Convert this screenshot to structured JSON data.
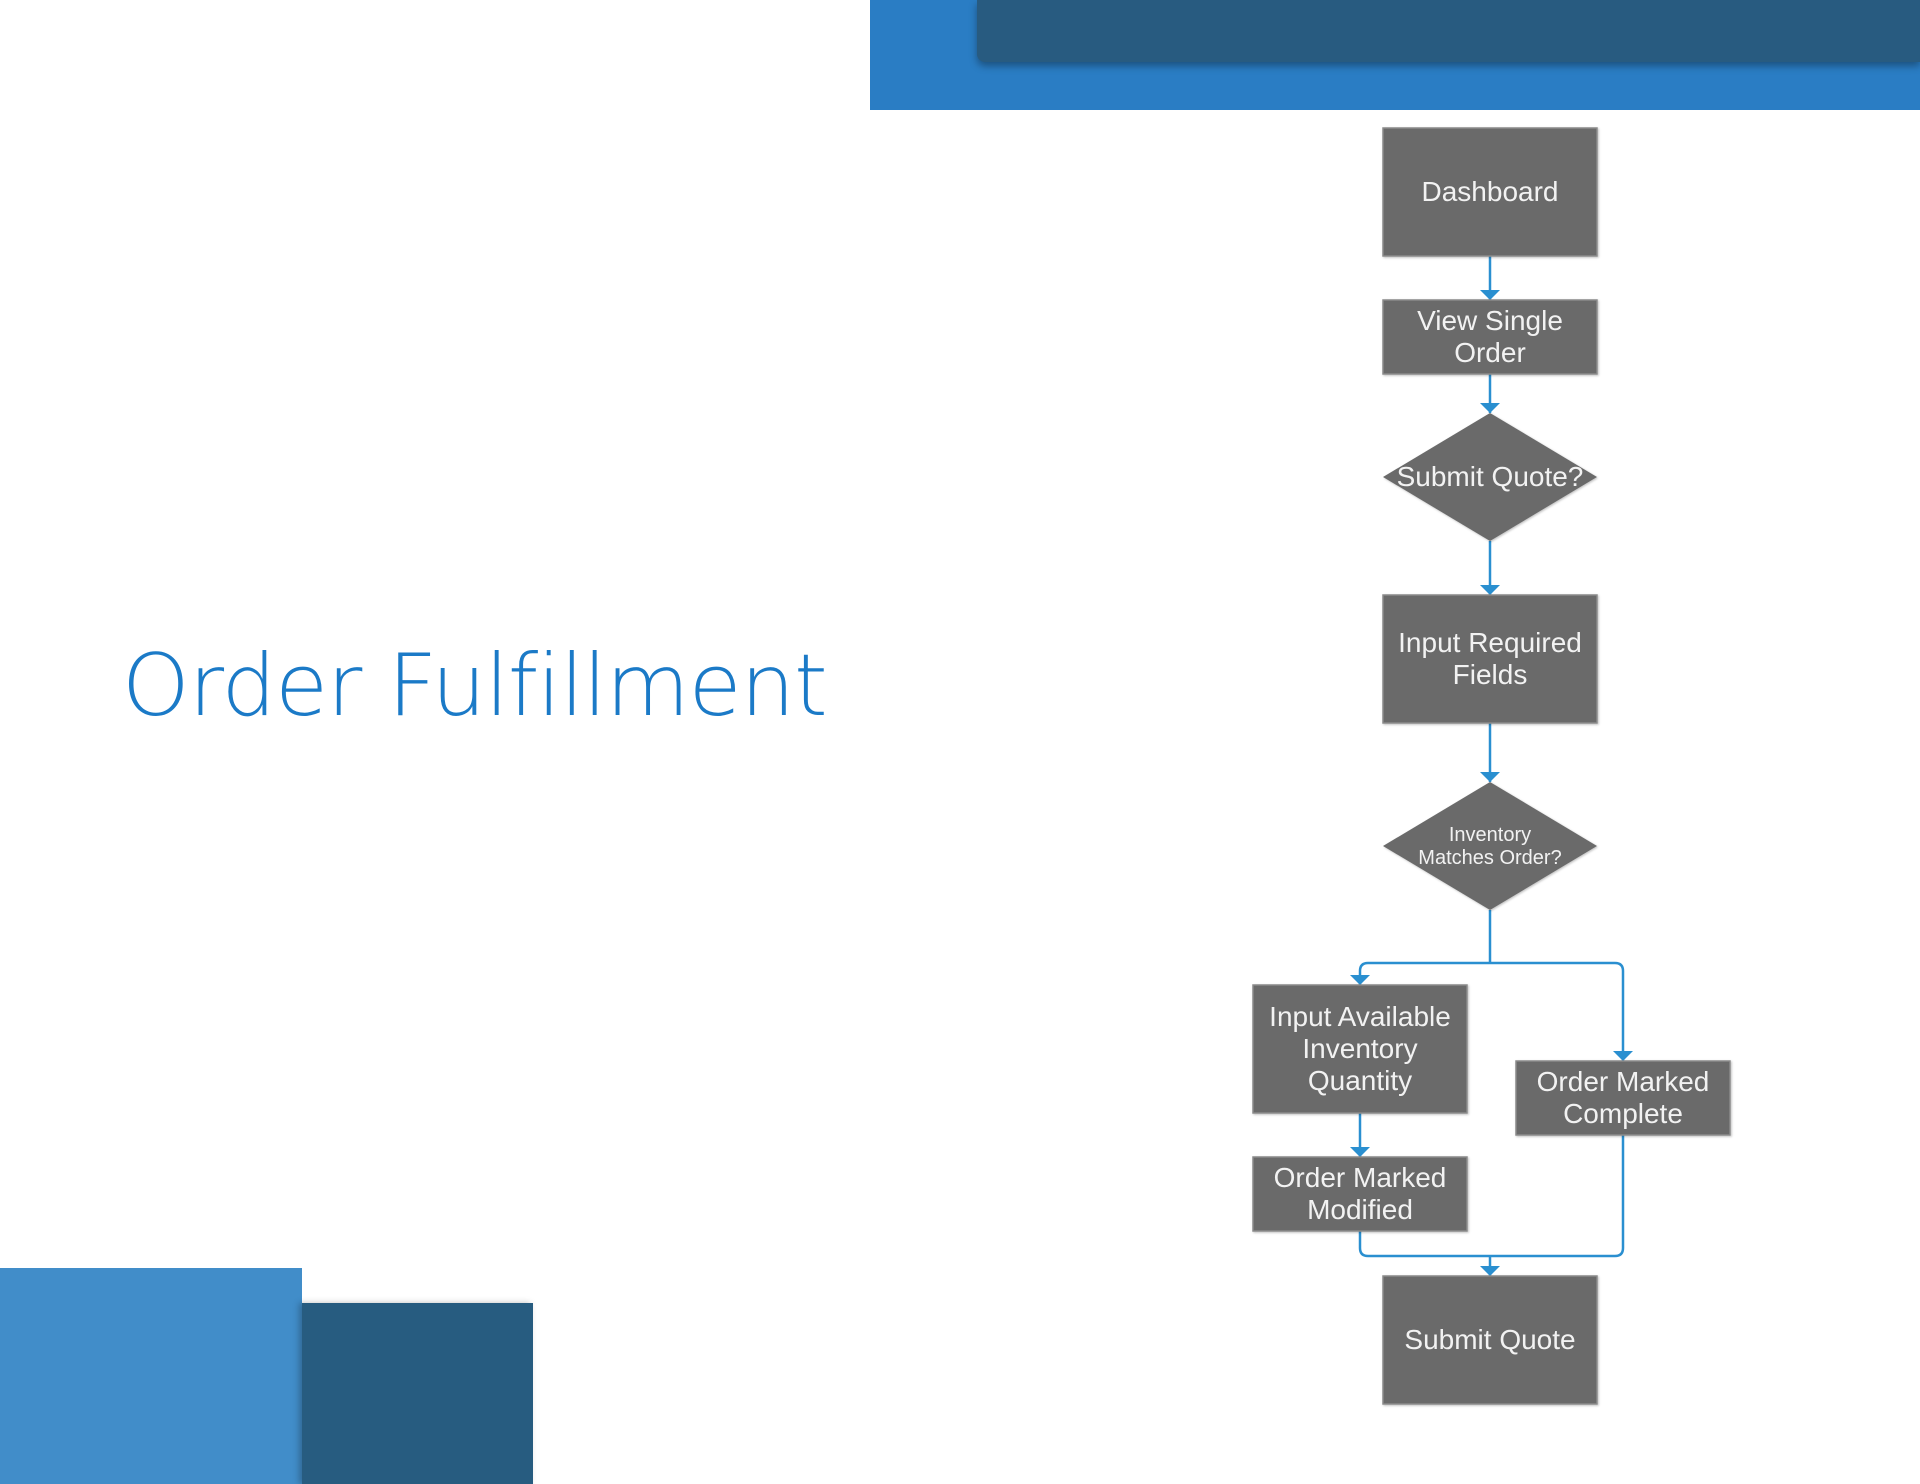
{
  "title": "Order Fulfillment",
  "colors": {
    "title": "#1b7ac7",
    "node_fill": "#6b6b6b",
    "node_text": "#f2f2f2",
    "connector": "#2a8fd0",
    "band_light": "#2a7dc4",
    "band_dark": "#285b80"
  },
  "flowchart": {
    "nodes": [
      {
        "id": "dashboard",
        "shape": "rect",
        "lines": [
          "Dashboard"
        ]
      },
      {
        "id": "view-single-order",
        "shape": "rect",
        "lines": [
          "View Single",
          "Order"
        ]
      },
      {
        "id": "submit-quote-decision",
        "shape": "diamond",
        "lines": [
          "Submit Quote?"
        ]
      },
      {
        "id": "input-required-fields",
        "shape": "rect",
        "lines": [
          "Input Required",
          "Fields"
        ]
      },
      {
        "id": "inventory-decision",
        "shape": "diamond",
        "lines": [
          "Inventory",
          "Matches Order?"
        ]
      },
      {
        "id": "input-available-inventory",
        "shape": "rect",
        "lines": [
          "Input Available",
          "Inventory",
          "Quantity"
        ]
      },
      {
        "id": "order-marked-complete",
        "shape": "rect",
        "lines": [
          "Order Marked",
          "Complete"
        ]
      },
      {
        "id": "order-marked-modified",
        "shape": "rect",
        "lines": [
          "Order Marked",
          "Modified"
        ]
      },
      {
        "id": "submit-quote",
        "shape": "rect",
        "lines": [
          "Submit Quote"
        ]
      }
    ],
    "edges": [
      {
        "from": "dashboard",
        "to": "view-single-order"
      },
      {
        "from": "view-single-order",
        "to": "submit-quote-decision"
      },
      {
        "from": "submit-quote-decision",
        "to": "input-required-fields"
      },
      {
        "from": "input-required-fields",
        "to": "inventory-decision"
      },
      {
        "from": "inventory-decision",
        "to": "input-available-inventory"
      },
      {
        "from": "inventory-decision",
        "to": "order-marked-complete"
      },
      {
        "from": "input-available-inventory",
        "to": "order-marked-modified"
      },
      {
        "from": "order-marked-modified",
        "to": "submit-quote"
      },
      {
        "from": "order-marked-complete",
        "to": "submit-quote"
      }
    ]
  }
}
